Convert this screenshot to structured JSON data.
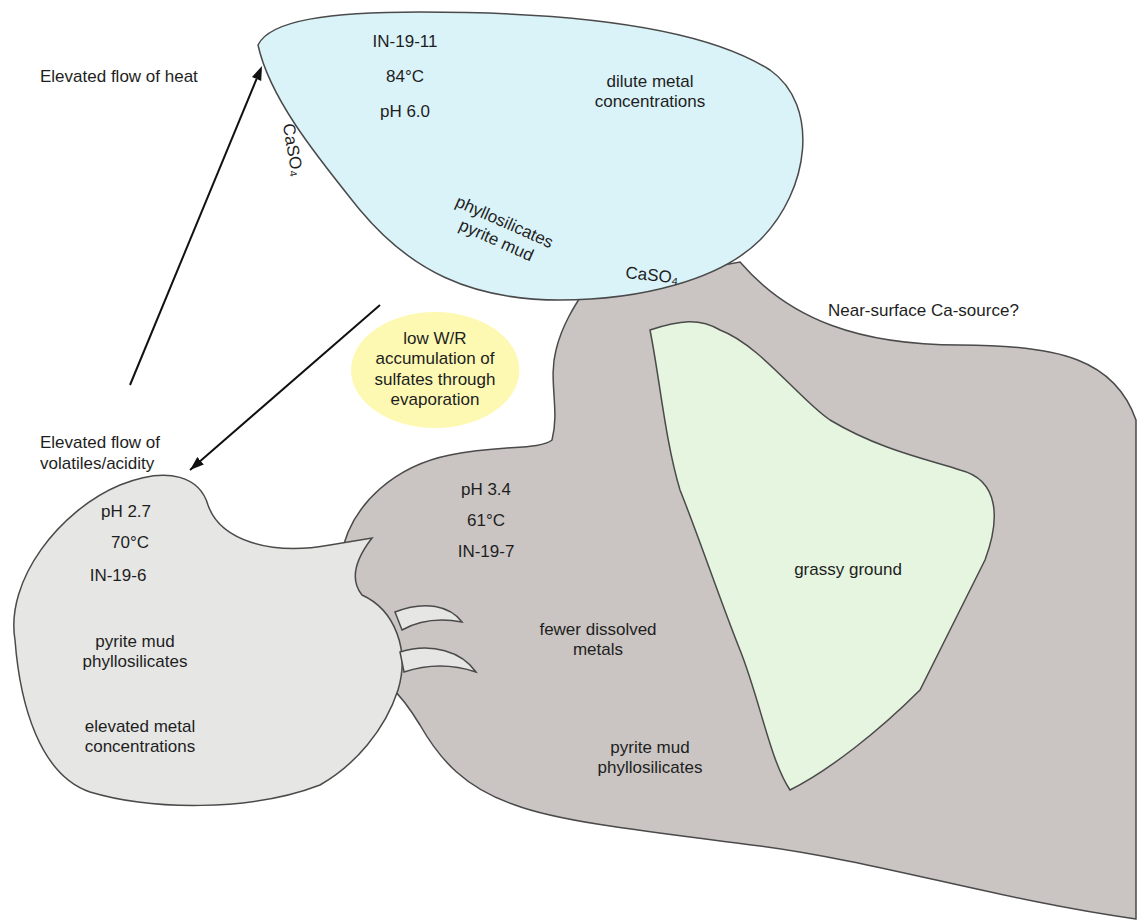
{
  "diagram": {
    "nodes": [
      {
        "text": [
          "IN-19-11",
          "84°C",
          "pH 6.0",
          "dilute metal concentrations",
          "CaSO₄",
          "phyllosilicates pyrite mud",
          "CaSO₄"
        ]
      },
      {
        "text": [
          "low W/R accumulation of sulfates through evaporation"
        ]
      },
      {
        "text": [
          "pH 2.7",
          "70°C",
          "IN-19-6",
          "pyrite mud phyllosilicates",
          "elevated metal concentrations"
        ]
      },
      {
        "text": [
          "pH 3.4",
          "61°C",
          "IN-19-7",
          "fewer dissolved metals",
          "pyrite mud phyllosilicates"
        ]
      },
      {
        "text": [
          "grassy ground"
        ],
        "in": 3
      }
    ],
    "edges": [
      {
        "from": 0,
        "to": 2,
        "arrow": "to"
      }
    ],
    "labels": [
      "Elevated flow of heat",
      "Elevated flow of volatiles/acidity",
      "Near-surface Ca-source?"
    ]
  }
}
